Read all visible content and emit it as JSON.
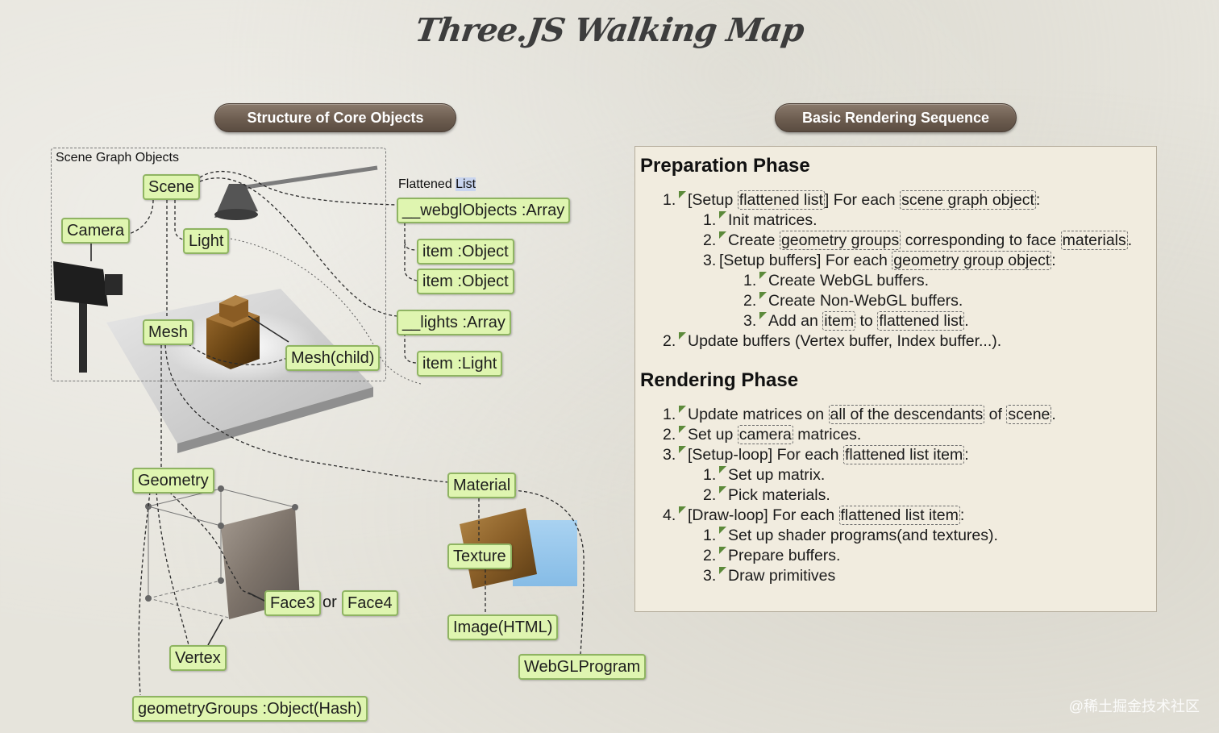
{
  "title": "Three.JS Walking Map",
  "headers": {
    "left": "Structure of Core Objects",
    "right": "Basic Rendering Sequence"
  },
  "diagram": {
    "scene_graph_label": "Scene Graph Objects",
    "flattened_label_a": "Flattened ",
    "flattened_label_b": "List",
    "or_text": "or",
    "nodes": {
      "scene": "Scene",
      "camera": "Camera",
      "light": "Light",
      "mesh": "Mesh",
      "mesh_child": "Mesh(child)",
      "webgl_objects": "__webglObjects :Array",
      "item_object_1": "item :Object",
      "item_object_2": "item :Object",
      "lights_array": "__lights :Array",
      "item_light": "item :Light",
      "geometry": "Geometry",
      "material": "Material",
      "texture": "Texture",
      "face3": "Face3",
      "face4": "Face4",
      "image_html": "Image(HTML)",
      "vertex": "Vertex",
      "webgl_program": "WebGLProgram",
      "geometry_groups": "geometryGroups :Object(Hash)"
    }
  },
  "sequence": {
    "prep_title": "Preparation Phase",
    "render_title": "Rendering Phase",
    "prep": {
      "i1_num": "1.",
      "i1_a": "[Setup ",
      "i1_t1": "flattened list",
      "i1_b": "] For each ",
      "i1_t2": "scene graph object",
      "i1_c": ":",
      "i1_1_num": "1.",
      "i1_1": "Init matrices.",
      "i1_2_num": "2.",
      "i1_2_a": "Create ",
      "i1_2_t1": "geometry groups",
      "i1_2_b": " corresponding to face ",
      "i1_2_t2": "materials",
      "i1_2_c": ".",
      "i1_3_num": "3.",
      "i1_3_a": "[Setup buffers] For each ",
      "i1_3_t1": "geometry group object",
      "i1_3_c": ":",
      "i1_3_1_num": "1.",
      "i1_3_1": "Create WebGL buffers.",
      "i1_3_2_num": "2.",
      "i1_3_2": "Create Non-WebGL buffers.",
      "i1_3_3_num": "3.",
      "i1_3_3_a": "Add an ",
      "i1_3_3_t1": "item",
      "i1_3_3_b": " to ",
      "i1_3_3_t2": "flattened list",
      "i1_3_3_c": ".",
      "i2_num": "2.",
      "i2": "Update buffers (Vertex buffer, Index buffer...)."
    },
    "render": {
      "r1_num": "1.",
      "r1_a": "Update matrices on ",
      "r1_t1": "all of the descendants",
      "r1_b": " of ",
      "r1_t2": "scene",
      "r1_c": ".",
      "r2_num": "2.",
      "r2_a": "Set up ",
      "r2_t1": "camera",
      "r2_b": " matrices.",
      "r3_num": "3.",
      "r3_a": "[Setup-loop] For each ",
      "r3_t1": "flattened list item",
      "r3_c": ":",
      "r3_1_num": "1.",
      "r3_1": "Set up matrix.",
      "r3_2_num": "2.",
      "r3_2": "Pick materials.",
      "r4_num": "4.",
      "r4_a": "[Draw-loop] For each ",
      "r4_t1": "flattened list item",
      "r4_c": ":",
      "r4_1_num": "1.",
      "r4_1": "Set up shader programs(and textures).",
      "r4_2_num": "2.",
      "r4_2": "Prepare buffers.",
      "r4_3_num": "3.",
      "r4_3": "Draw primitives"
    }
  },
  "watermark": "@稀土掘金技术社区",
  "colors": {
    "node_fill": "#dff5b0",
    "node_border": "#8fb462",
    "header_pill": "#6d5d50",
    "bullet_marker": "#5c8a3a"
  }
}
